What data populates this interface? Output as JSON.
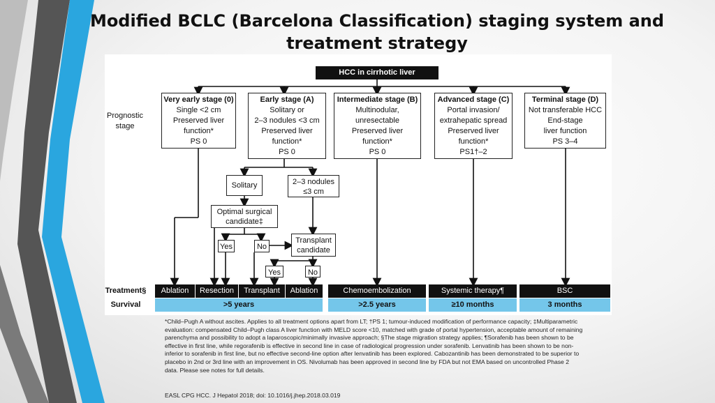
{
  "title": "Modified BCLC (Barcelona Classification) staging system and treatment strategy",
  "root": "HCC in cirrhotic liver",
  "side_labels": {
    "prognostic_1": "Prognostic",
    "prognostic_2": "stage",
    "treatment": "Treatment§",
    "survival": "Survival"
  },
  "stages": [
    {
      "heading": "Very early stage (0)",
      "lines": [
        "Single <2 cm",
        "Preserved liver",
        "function*",
        "PS 0"
      ]
    },
    {
      "heading": "Early stage (A)",
      "lines": [
        "Solitary or",
        "2–3 nodules <3 cm",
        "Preserved liver",
        "function*",
        "PS 0"
      ]
    },
    {
      "heading": "Intermediate stage (B)",
      "lines": [
        "Multinodular,",
        "unresectable",
        "Preserved liver",
        "function*",
        "PS 0"
      ]
    },
    {
      "heading": "Advanced stage (C)",
      "lines": [
        "Portal invasion/",
        "extrahepatic spread",
        "Preserved liver",
        "function*",
        "PS1†–2"
      ]
    },
    {
      "heading": "Terminal stage (D)",
      "lines": [
        "Not transferable HCC",
        "End-stage",
        "liver function",
        "PS 3–4"
      ]
    }
  ],
  "nodes": {
    "solitary": "Solitary",
    "nodules_1": "2–3 nodules",
    "nodules_2": "≤3 cm",
    "optimal_1": "Optimal surgical",
    "optimal_2": "candidate‡",
    "yes1": "Yes",
    "no1": "No",
    "transplant_1": "Transplant",
    "transplant_2": "candidate",
    "yes2": "Yes",
    "no2": "No"
  },
  "treatments": [
    "Ablation",
    "Resection",
    "Transplant",
    "Ablation",
    "Chemoembolization",
    "Systemic therapy¶",
    "BSC"
  ],
  "survival": [
    ">5 years",
    ">2.5 years",
    "≥10 months",
    "3 months"
  ],
  "footnote": "*Child–Pugh A without ascites. Applies to all treatment options apart from LT; †PS 1; tumour-induced modification of performance capacity; ‡Multiparametric evaluation: compensated Child–Pugh class A liver function with MELD score <10, matched with grade of portal hypertension, acceptable amount of remaining parenchyma and possibility to adopt a laparoscopic/minimally invasive approach; §The stage migration strategy applies; ¶Sorafenib has been shown to be effective in first line, while regorafenib is effective in second line in case of radiological progression under sorafenib. Lenvatinib has been shown to be non-inferior to sorafenib in first line, but no effective second-line option after lenvatinib has been explored. Cabozantinib has been demonstrated to be superior to placebo in 2nd or 3rd line with an improvement in OS. Nivolumab has been approved in second line by FDA but not EMA based on uncontrolled Phase 2 data. Please see notes for full details.",
  "citation": "EASL CPG HCC. J Hepatol 2018; doi: 10.1016/j.jhep.2018.03.019",
  "colors": {
    "survival_bar": "#74c6ea",
    "treatment_bar": "#111111",
    "deco_blue": "#2aa6df",
    "deco_gray": "#555555"
  }
}
